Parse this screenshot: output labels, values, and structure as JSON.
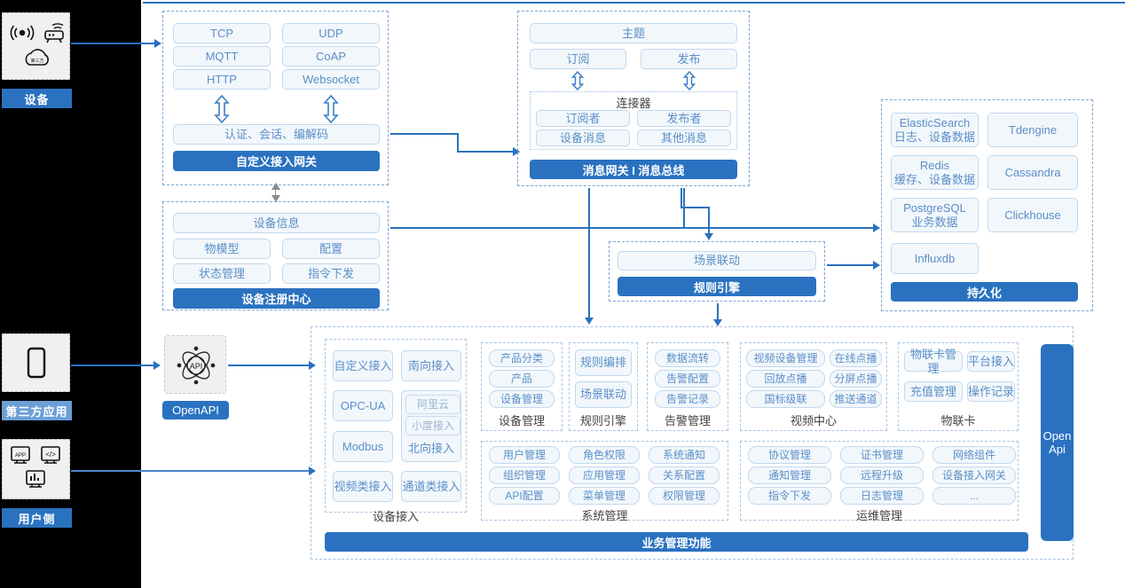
{
  "meta": {
    "title": "IoT Platform Architecture Diagram"
  },
  "actors": [
    {
      "key": "device",
      "caption": "设备",
      "icons": [
        "wifi-signal-icon",
        "router-icon",
        "cloud-icon"
      ]
    },
    {
      "key": "third_party",
      "caption": "第三方应用",
      "icons": [
        "mobile-phone-icon"
      ]
    },
    {
      "key": "user_side",
      "caption": "用户侧",
      "icons": [
        "app-window-icon",
        "code-window-icon",
        "chart-window-icon"
      ]
    }
  ],
  "openapi": {
    "label": "OpenAPI",
    "icon": "api-atom-icon"
  },
  "gateway": {
    "protocols": [
      "TCP",
      "UDP",
      "MQTT",
      "CoAP",
      "HTTP",
      "Websocket"
    ],
    "middle": "认证、会话、编解码",
    "bar": "自定义接入网关"
  },
  "message": {
    "topic": "主题",
    "sub": "订阅",
    "pub": "发布",
    "connector_title": "连接器",
    "connector_items": [
      "订阅者",
      "发布者",
      "设备消息",
      "其他消息"
    ],
    "bar": "消息网关 I 消息总线"
  },
  "registry": {
    "info": "设备信息",
    "items": [
      "物模型",
      "配置",
      "状态管理",
      "指令下发"
    ],
    "bar": "设备注册中心"
  },
  "rules": {
    "scene": "场景联动",
    "bar": "规则引擎"
  },
  "persistence": {
    "stores": [
      {
        "name": "ElasticSearch",
        "desc": "日志、设备数据"
      },
      {
        "name": "Tdengine",
        "desc": ""
      },
      {
        "name": "Redis",
        "desc": "缓存、设备数据"
      },
      {
        "name": "Cassandra",
        "desc": ""
      },
      {
        "name": "PostgreSQL",
        "desc": "业务数据"
      },
      {
        "name": "Clickhouse",
        "desc": ""
      },
      {
        "name": "Influxdb",
        "desc": ""
      }
    ],
    "bar": "持久化"
  },
  "business": {
    "bar": "业务管理功能",
    "openapi_vertical": "Open Api",
    "access": {
      "label": "设备接入",
      "left": [
        "自定义接入",
        "OPC-UA",
        "Modbus",
        "视频类接入"
      ],
      "right_top": "南向接入",
      "nested": [
        "阿里云",
        "小度接入"
      ],
      "right_mid": "北向接入",
      "right_bottom": "通道类接入"
    },
    "columns": [
      {
        "label": "设备管理",
        "items": [
          "产品分类",
          "产品",
          "设备管理"
        ]
      },
      {
        "label": "规则引擎",
        "items": [
          "规则编排",
          "场景联动"
        ]
      },
      {
        "label": "告警管理",
        "items": [
          "数据流转",
          "告警配置",
          "告警记录"
        ]
      },
      {
        "label": "视频中心",
        "items": [
          "视频设备管理",
          "在线点播",
          "回放点播",
          "分屏点播",
          "国标级联",
          "推送通道"
        ]
      },
      {
        "label": "物联卡",
        "items": [
          "物联卡管理",
          "平台接入",
          "充值管理",
          "操作记录"
        ]
      },
      {
        "label": "系统管理",
        "items": [
          "用户管理",
          "角色权限",
          "系统通知",
          "组织管理",
          "应用管理",
          "关系配置",
          "API配置",
          "菜单管理",
          "权限管理"
        ]
      },
      {
        "label": "运维管理",
        "items": [
          "协议管理",
          "证书管理",
          "网络组件",
          "通知管理",
          "远程升级",
          "设备接入网关",
          "指令下发",
          "日志管理",
          "..."
        ]
      }
    ]
  },
  "colors": {
    "brand_blue": "#2a72c0",
    "chip_text": "#5a8fc8",
    "chip_fill": "#f2f7fb",
    "chip_border": "#c2d8ee",
    "dashed_border": "#7aa6d6",
    "rail_bg": "#000000"
  }
}
